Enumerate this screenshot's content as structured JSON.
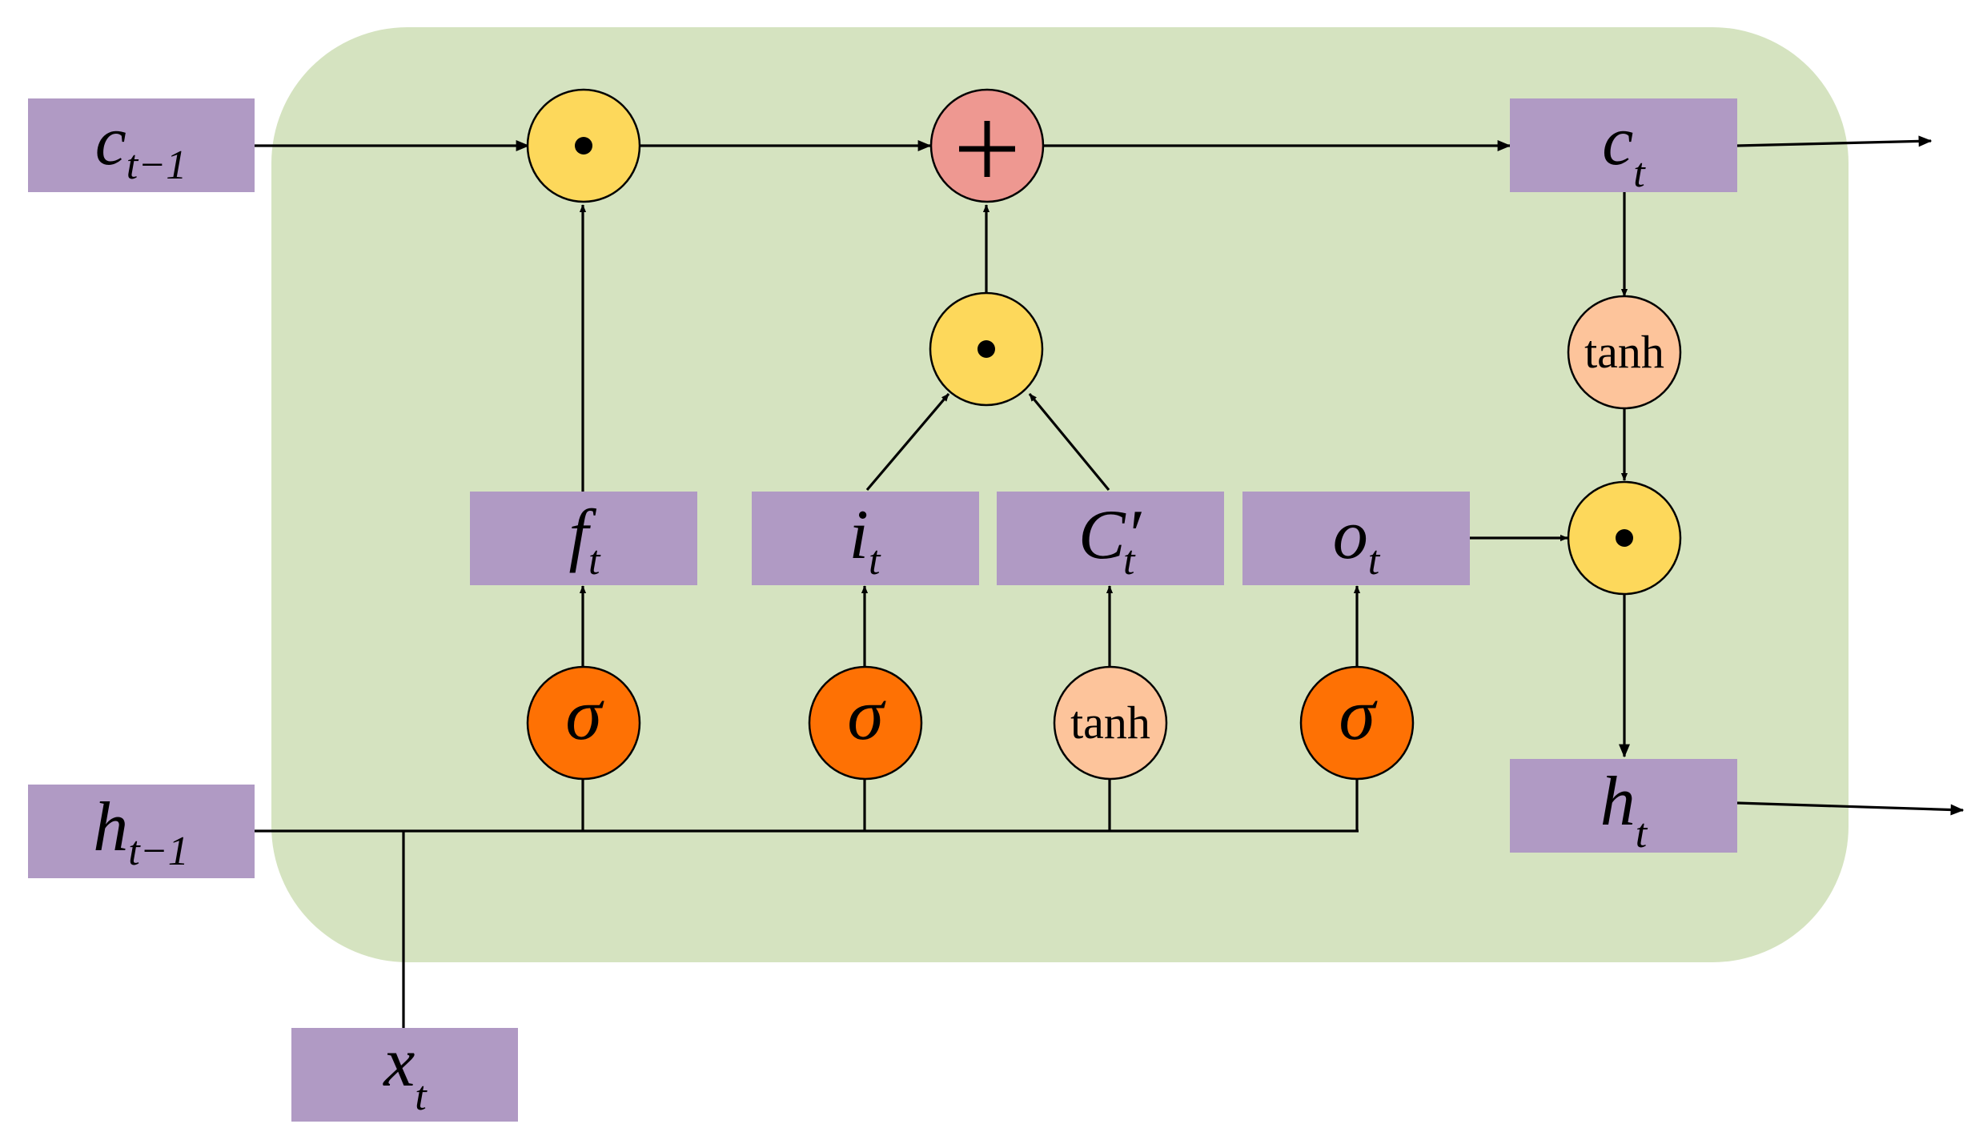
{
  "colors": {
    "cell_bg": "#d5e3c0",
    "var_box": "#b09ac4",
    "pointwise_mult": "#fdd85b",
    "pointwise_add": "#ee9891",
    "sigma_gate": "#fe7104",
    "tanh_node": "#fdc49b"
  },
  "external_inputs": {
    "c_prev": {
      "main": "c",
      "sub": "t−1"
    },
    "h_prev": {
      "main": "h",
      "sub": "t−1"
    },
    "x": {
      "main": "x",
      "sub": "t"
    }
  },
  "outputs": {
    "c": {
      "main": "c",
      "sub": "t"
    },
    "h": {
      "main": "h",
      "sub": "t"
    }
  },
  "gate_outputs": {
    "forget": {
      "main": "f",
      "sub": "t"
    },
    "input": {
      "main": "i",
      "sub": "t"
    },
    "candidate": {
      "main": "C′",
      "sub": "t"
    },
    "output": {
      "main": "o",
      "sub": "t"
    }
  },
  "operators": {
    "sigma": "σ",
    "tanh": "tanh",
    "mult_icon": "pointwise-multiply-dot",
    "add": "+"
  }
}
